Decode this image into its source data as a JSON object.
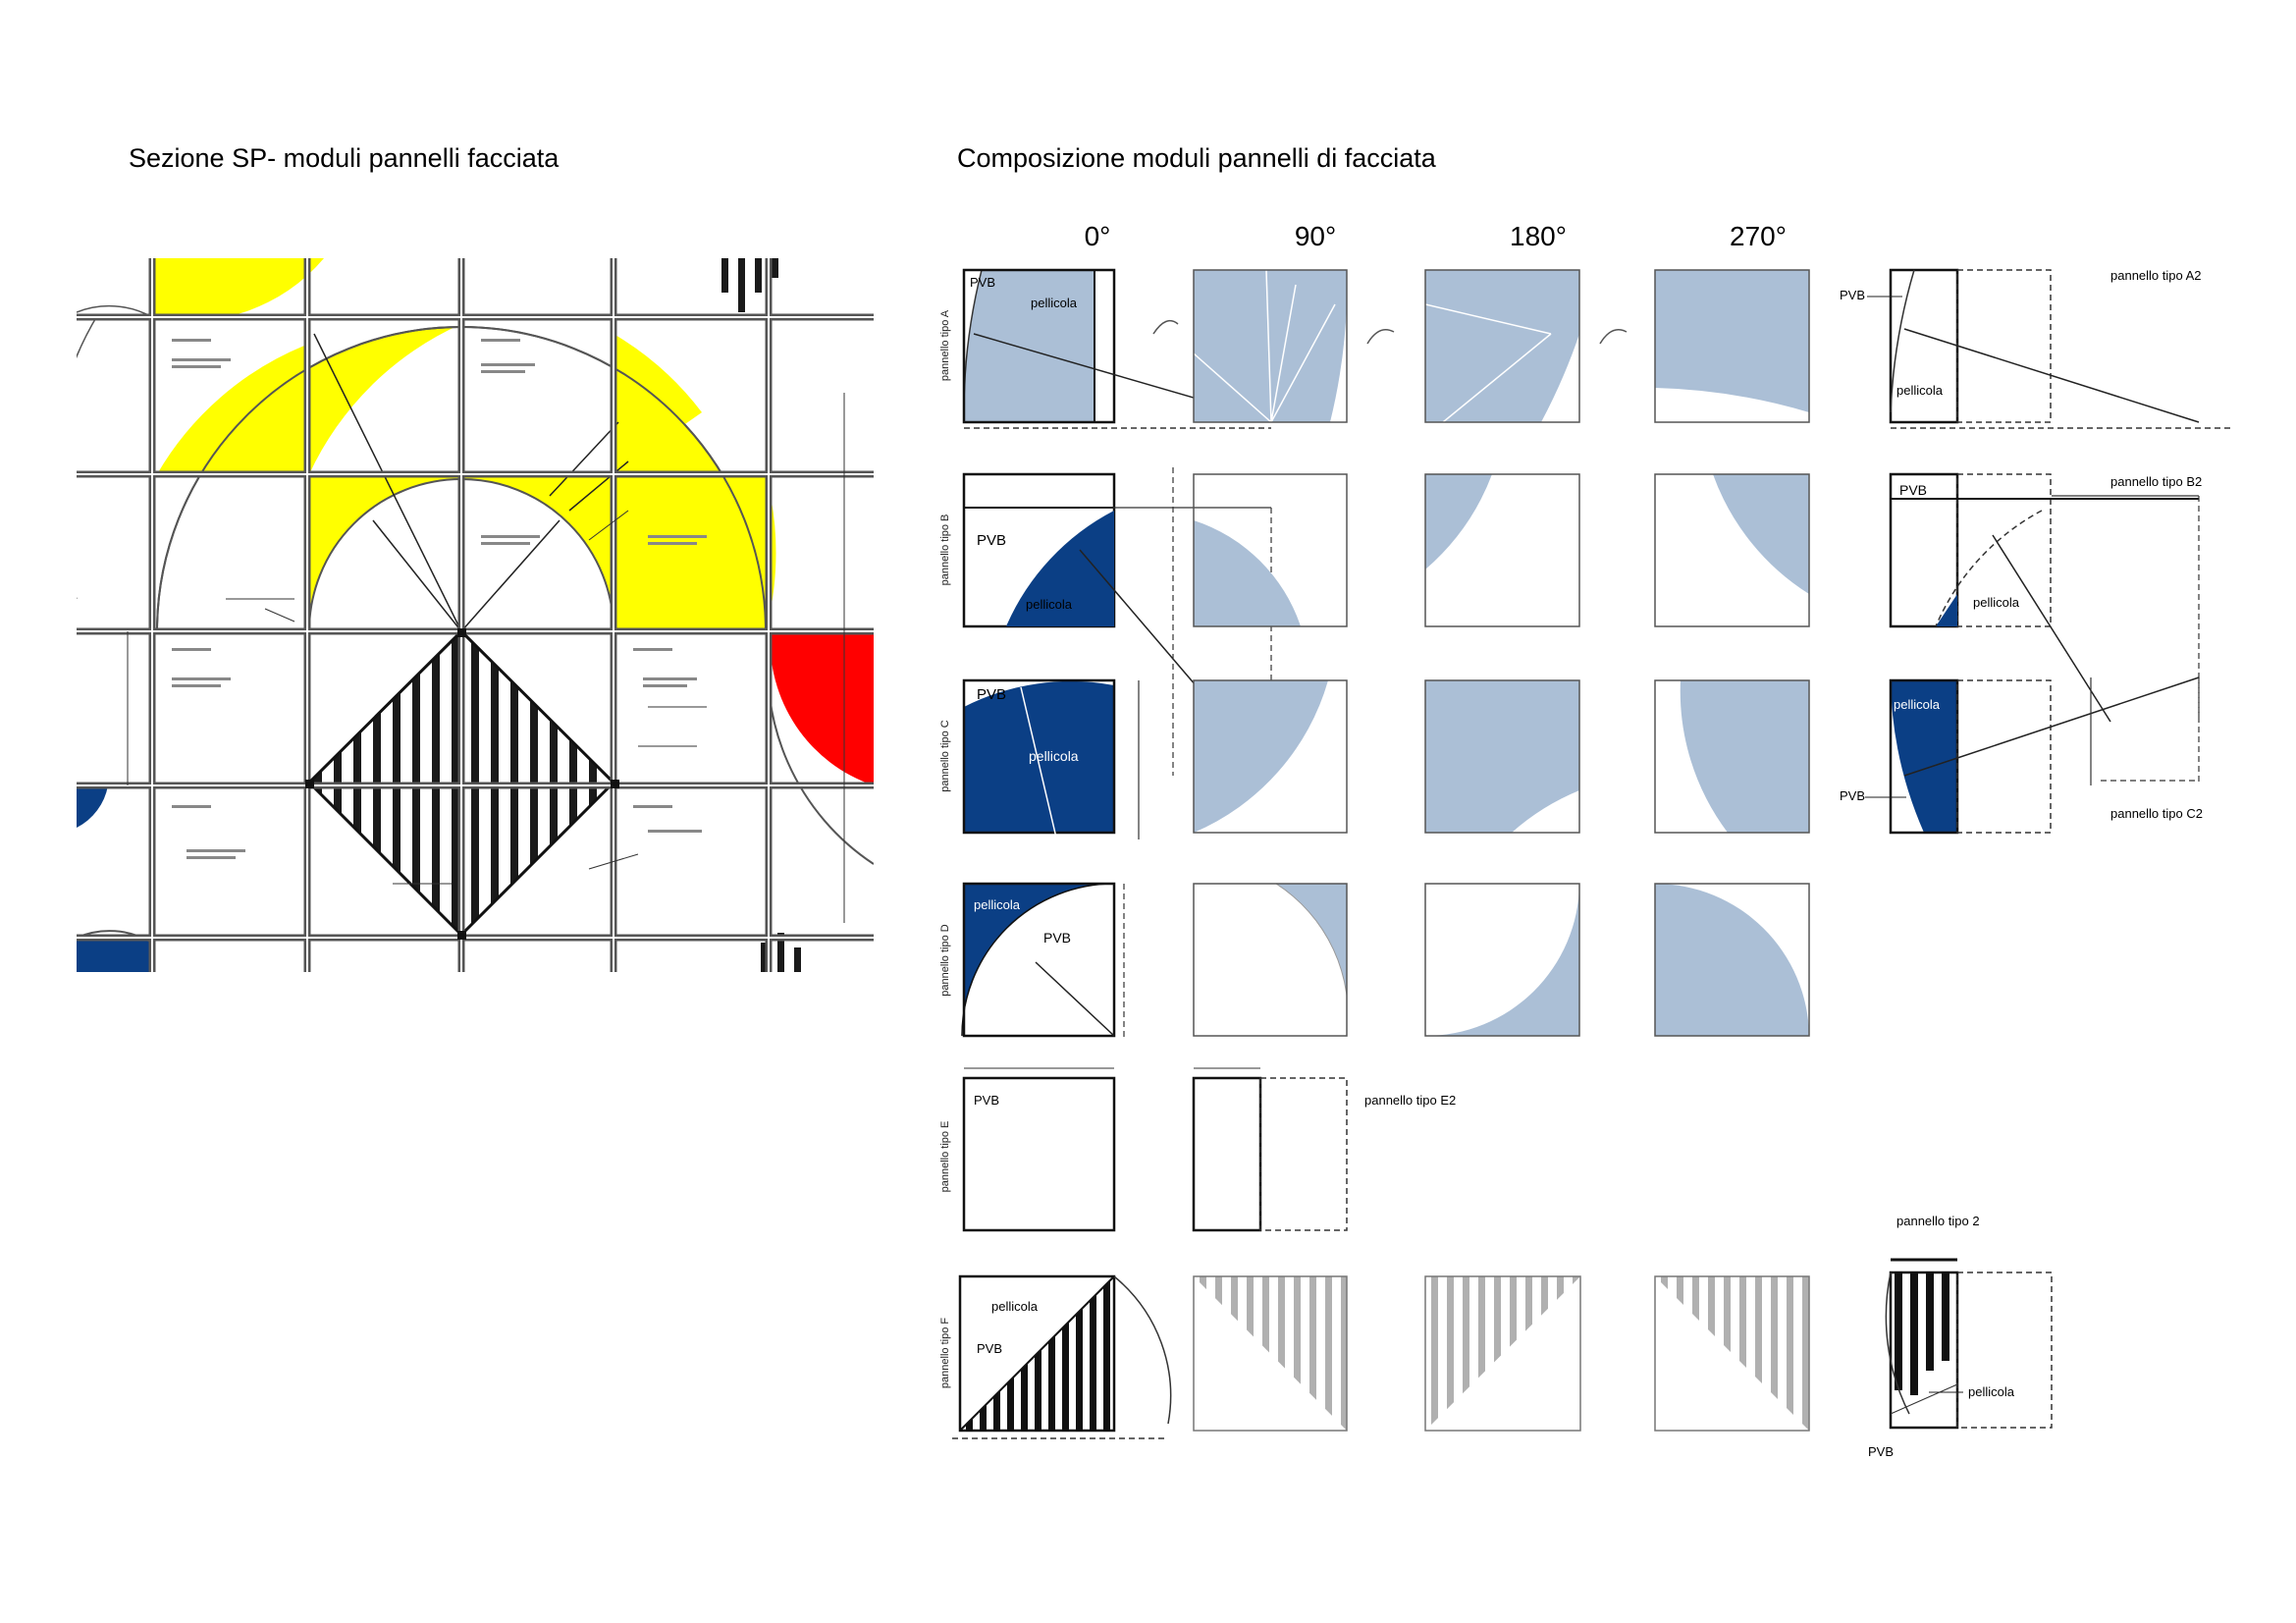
{
  "titles": {
    "left": "Sezione SP-  moduli pannelli facciata",
    "right": "Composizione moduli pannelli di facciata"
  },
  "angles": [
    "0°",
    "90°",
    "180°",
    "270°"
  ],
  "labels": {
    "pvb": "PVB",
    "pellicola": "pellicola"
  },
  "rows": [
    {
      "label": "pannello tipo A"
    },
    {
      "label": "pannello tipo B"
    },
    {
      "label": "pannello tipo C"
    },
    {
      "label": "pannello tipo D"
    },
    {
      "label": "pannello tipo E"
    },
    {
      "label": "pannello tipo F"
    }
  ],
  "variants": {
    "a2": "pannello tipo A2",
    "b2": "pannello tipo B2",
    "c2": "pannello tipo C2",
    "e2": "pannello tipo E2",
    "f2": "pannello tipo 2"
  },
  "colors": {
    "light_blue": "#abbfd6",
    "navy": "#0b3f85",
    "yellow": "#ffff00",
    "red": "#ff0000",
    "frame": "#555555"
  }
}
